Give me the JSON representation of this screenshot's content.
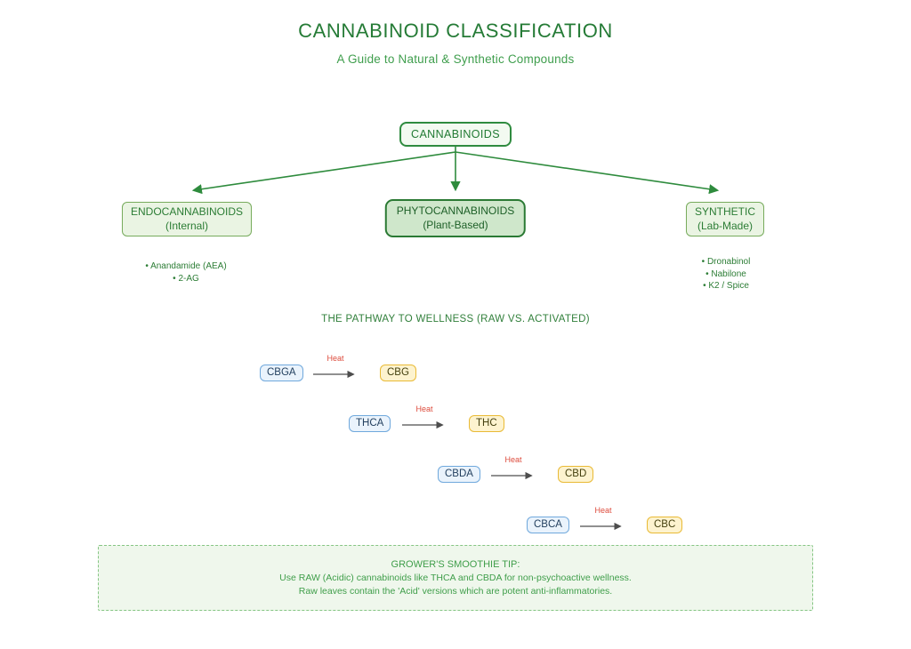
{
  "header": {
    "title": "CANNABINOID CLASSIFICATION",
    "subtitle": "A Guide to Natural & Synthetic Compounds"
  },
  "tree": {
    "root": {
      "label": "CANNABINOIDS"
    },
    "children": [
      {
        "name": "ENDOCANNABINOIDS",
        "qualifier": "(Internal)",
        "items": [
          "• Anandamide (AEA)",
          "• 2-AG"
        ]
      },
      {
        "name": "PHYTOCANNABINOIDS",
        "qualifier": "(Plant-Based)",
        "items": []
      },
      {
        "name": "SYNTHETIC",
        "qualifier": "(Lab-Made)",
        "items": [
          "• Dronabinol",
          "• Nabilone",
          "• K2 / Spice"
        ]
      }
    ]
  },
  "pathway": {
    "title": "THE PATHWAY TO WELLNESS (RAW VS. ACTIVATED)",
    "arrow_label": "Heat",
    "conversions": [
      {
        "raw": "CBGA",
        "activated": "CBG"
      },
      {
        "raw": "THCA",
        "activated": "THC"
      },
      {
        "raw": "CBDA",
        "activated": "CBD"
      },
      {
        "raw": "CBCA",
        "activated": "CBC"
      }
    ]
  },
  "tip": {
    "title": "GROWER'S SMOOTHIE TIP:",
    "line1": "Use RAW (Acidic) cannabinoids like THCA and CBDA for non-psychoactive wellness.",
    "line2": "Raw leaves contain the 'Acid' versions which are potent anti-inflammatories."
  },
  "colors": {
    "title_green": "#257b36",
    "medium_green": "#3f9e4d",
    "arrow_green": "#2e8b3d",
    "phyto_fill": "#cfe7cb",
    "light_node_fill": "#eaf4e3",
    "raw_chip_border": "#6fa8dc",
    "raw_chip_fill": "#eaf3fc",
    "activated_chip_border": "#e9ba35",
    "activated_chip_fill": "#fdf3cf",
    "heat_red": "#dd4b3c",
    "pathway_arrow_gray": "#4d4d4d",
    "tip_fill": "#eff7ec",
    "tip_border": "#85c583"
  }
}
